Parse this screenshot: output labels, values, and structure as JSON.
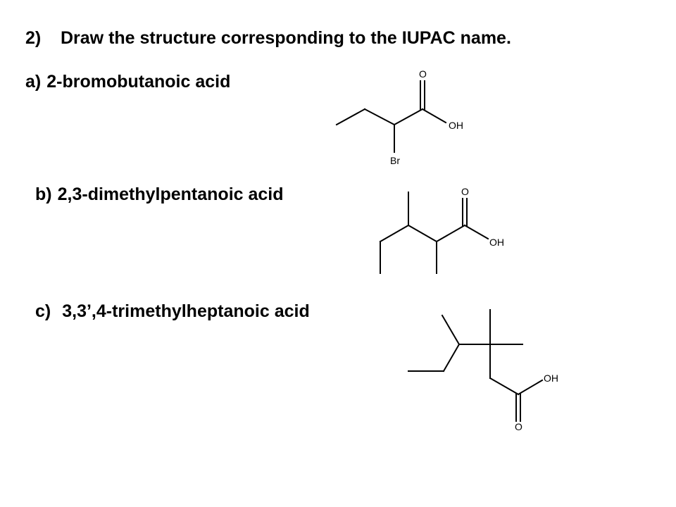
{
  "question": {
    "number": "2)",
    "title": "Draw the structure corresponding to the IUPAC name."
  },
  "parts": [
    {
      "letter": "a)",
      "name": "2-bromobutanoic acid"
    },
    {
      "letter": "b)",
      "name": "2,3-dimethylpentanoic acid"
    },
    {
      "letter": "c)",
      "name": "3,3’,4-trimethylheptanoic acid"
    }
  ],
  "structures": {
    "a": {
      "atoms": {
        "o_double": "O",
        "oh": "OH",
        "br": "Br"
      }
    },
    "b": {
      "atoms": {
        "o_double": "O",
        "oh": "OH"
      }
    },
    "c": {
      "atoms": {
        "oh": "OH",
        "o_double": "O"
      }
    }
  }
}
